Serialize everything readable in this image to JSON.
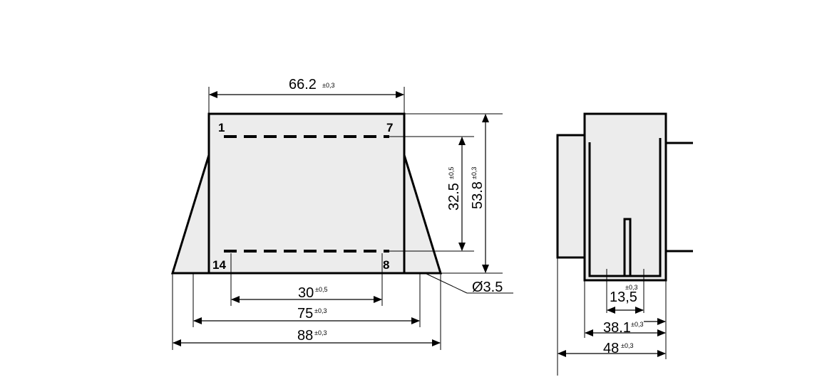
{
  "front_view": {
    "pin_labels": {
      "top_left": "1",
      "top_right": "7",
      "bottom_left": "14",
      "bottom_right": "8"
    },
    "dimensions": {
      "top_width": {
        "value": "66.2",
        "tolerance": "±0,3"
      },
      "pin_row_spacing": {
        "value": "32.5",
        "tolerance": "±0,5"
      },
      "overall_height": {
        "value": "53.8",
        "tolerance": "±0,3"
      },
      "pin_span": {
        "value": "30",
        "tolerance": "±0,5"
      },
      "hole_spacing": {
        "value": "75",
        "tolerance": "±0,3"
      },
      "base_width": {
        "value": "88",
        "tolerance": "±0,3"
      },
      "hole_diameter": {
        "value": "Ø3.5"
      }
    }
  },
  "side_view": {
    "dimensions": {
      "pin_pitch": {
        "value": "13,5",
        "tolerance": "±0,3"
      },
      "pin_offset": {
        "value": "38.1",
        "tolerance": "±0,3"
      },
      "depth": {
        "value": "48",
        "tolerance": "±0,3"
      }
    }
  }
}
